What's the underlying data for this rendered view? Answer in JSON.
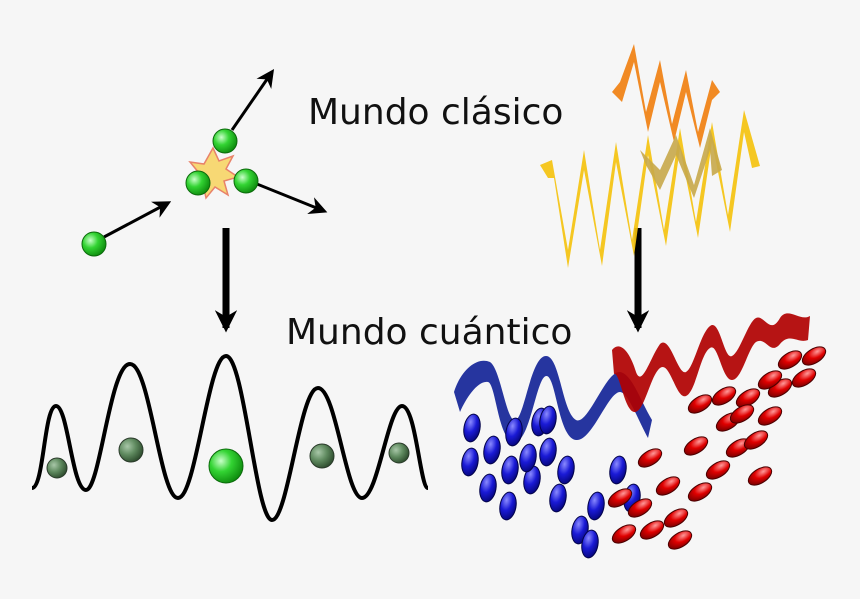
{
  "labels": {
    "classical_world": "Mundo clásico",
    "quantum_world": "Mundo cuántico"
  },
  "colors": {
    "background": "#f6f6f6",
    "particle_green": "#22c422",
    "particle_dark_green": "#4f7a4f",
    "collision_star": "#f5d76e",
    "arrow": "#000000",
    "wave_yellow": "#f2c21b",
    "wave_orange": "#f07d12",
    "wave_navy": "#0a1a66",
    "wave_red": "#b40000",
    "blue_ellipse": "#1414c8",
    "red_ellipse": "#d60000"
  },
  "icons": {
    "collision": "star-burst",
    "direction": "arrow"
  }
}
